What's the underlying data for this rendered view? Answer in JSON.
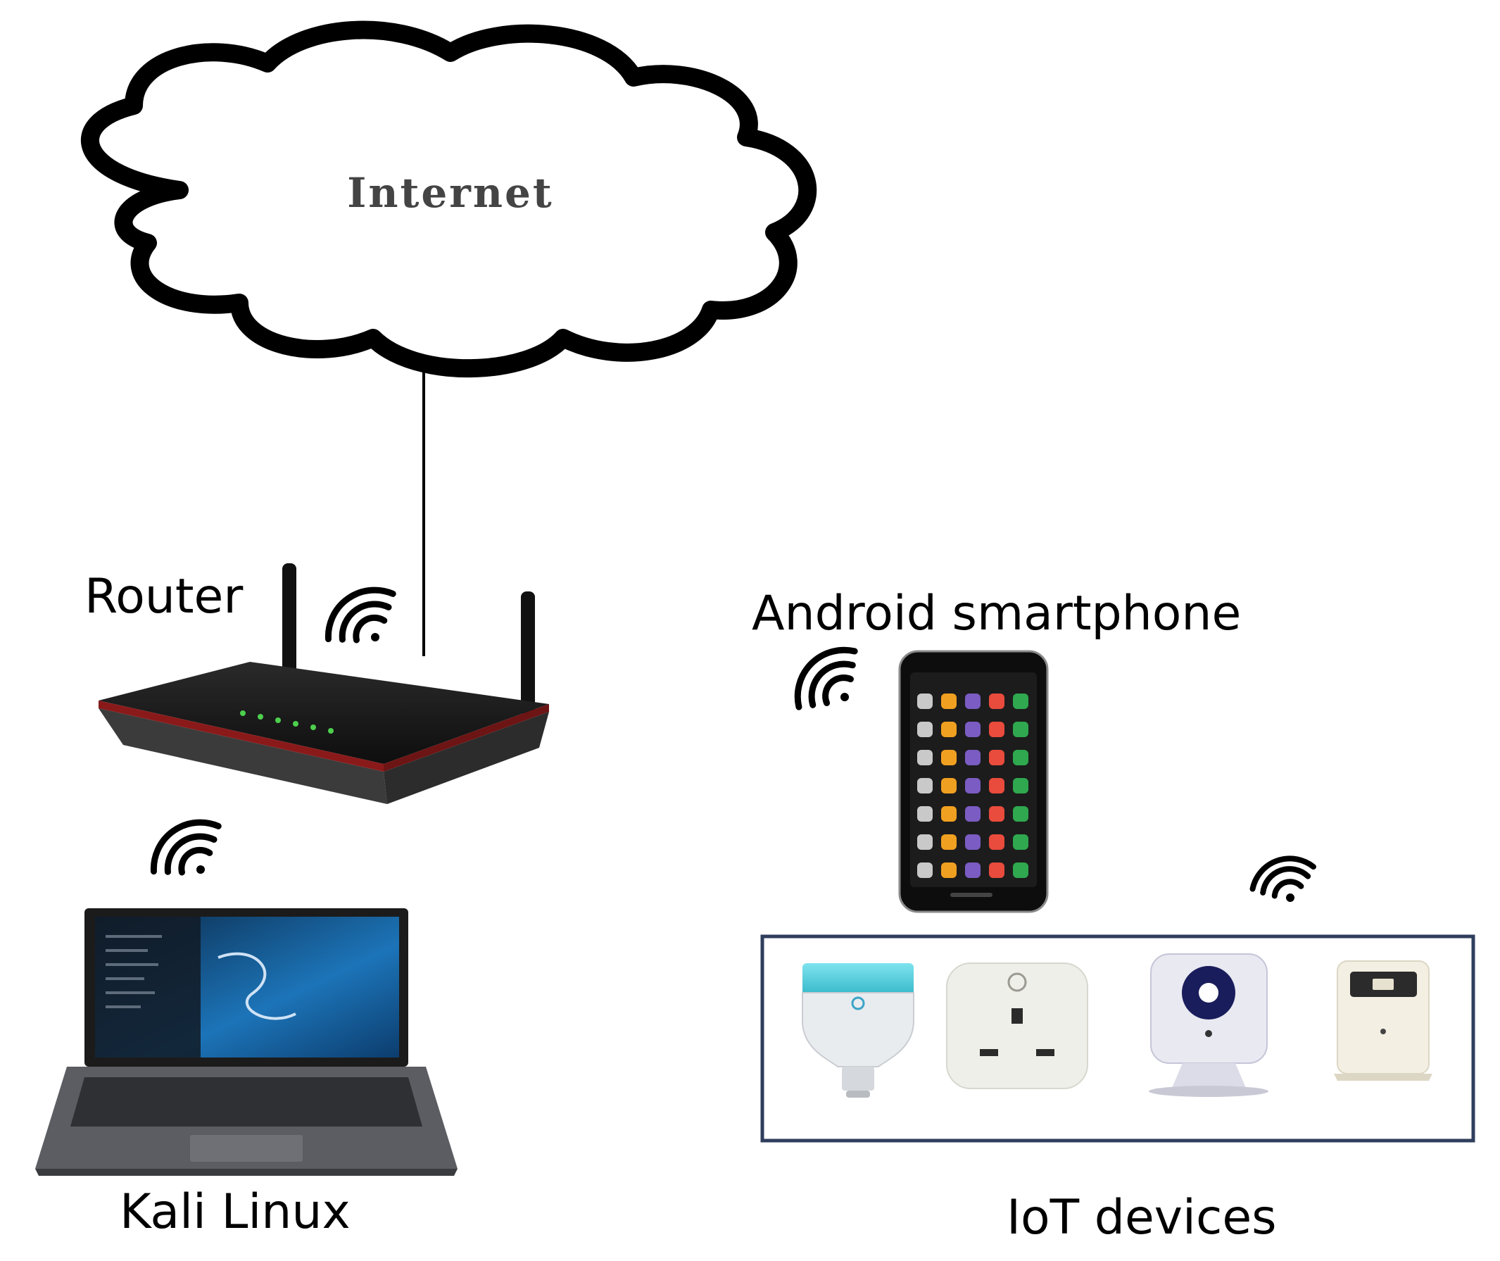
{
  "diagram": {
    "nodes": {
      "internet": {
        "label": "Internet"
      },
      "router": {
        "label": "Router"
      },
      "android": {
        "label": "Android smartphone"
      },
      "kali": {
        "label": "Kali Linux"
      },
      "iot": {
        "label": "IoT devices",
        "items": [
          "smart-bulb",
          "smart-plug",
          "ip-camera",
          "motion-sensor"
        ]
      }
    },
    "edges": [
      {
        "from": "internet",
        "to": "router",
        "type": "wired"
      },
      {
        "from": "router",
        "to": "kali",
        "type": "wireless"
      },
      {
        "from": "router",
        "to": "android",
        "type": "wireless"
      },
      {
        "from": "router",
        "to": "iot",
        "type": "wireless"
      }
    ],
    "colors": {
      "outline": "#000000",
      "iot_box_border": "#2f3e5c",
      "bulb_cap": "#43c6d6",
      "laptop_screen": "#1c74b8",
      "router_accent": "#8a1a1a"
    }
  }
}
